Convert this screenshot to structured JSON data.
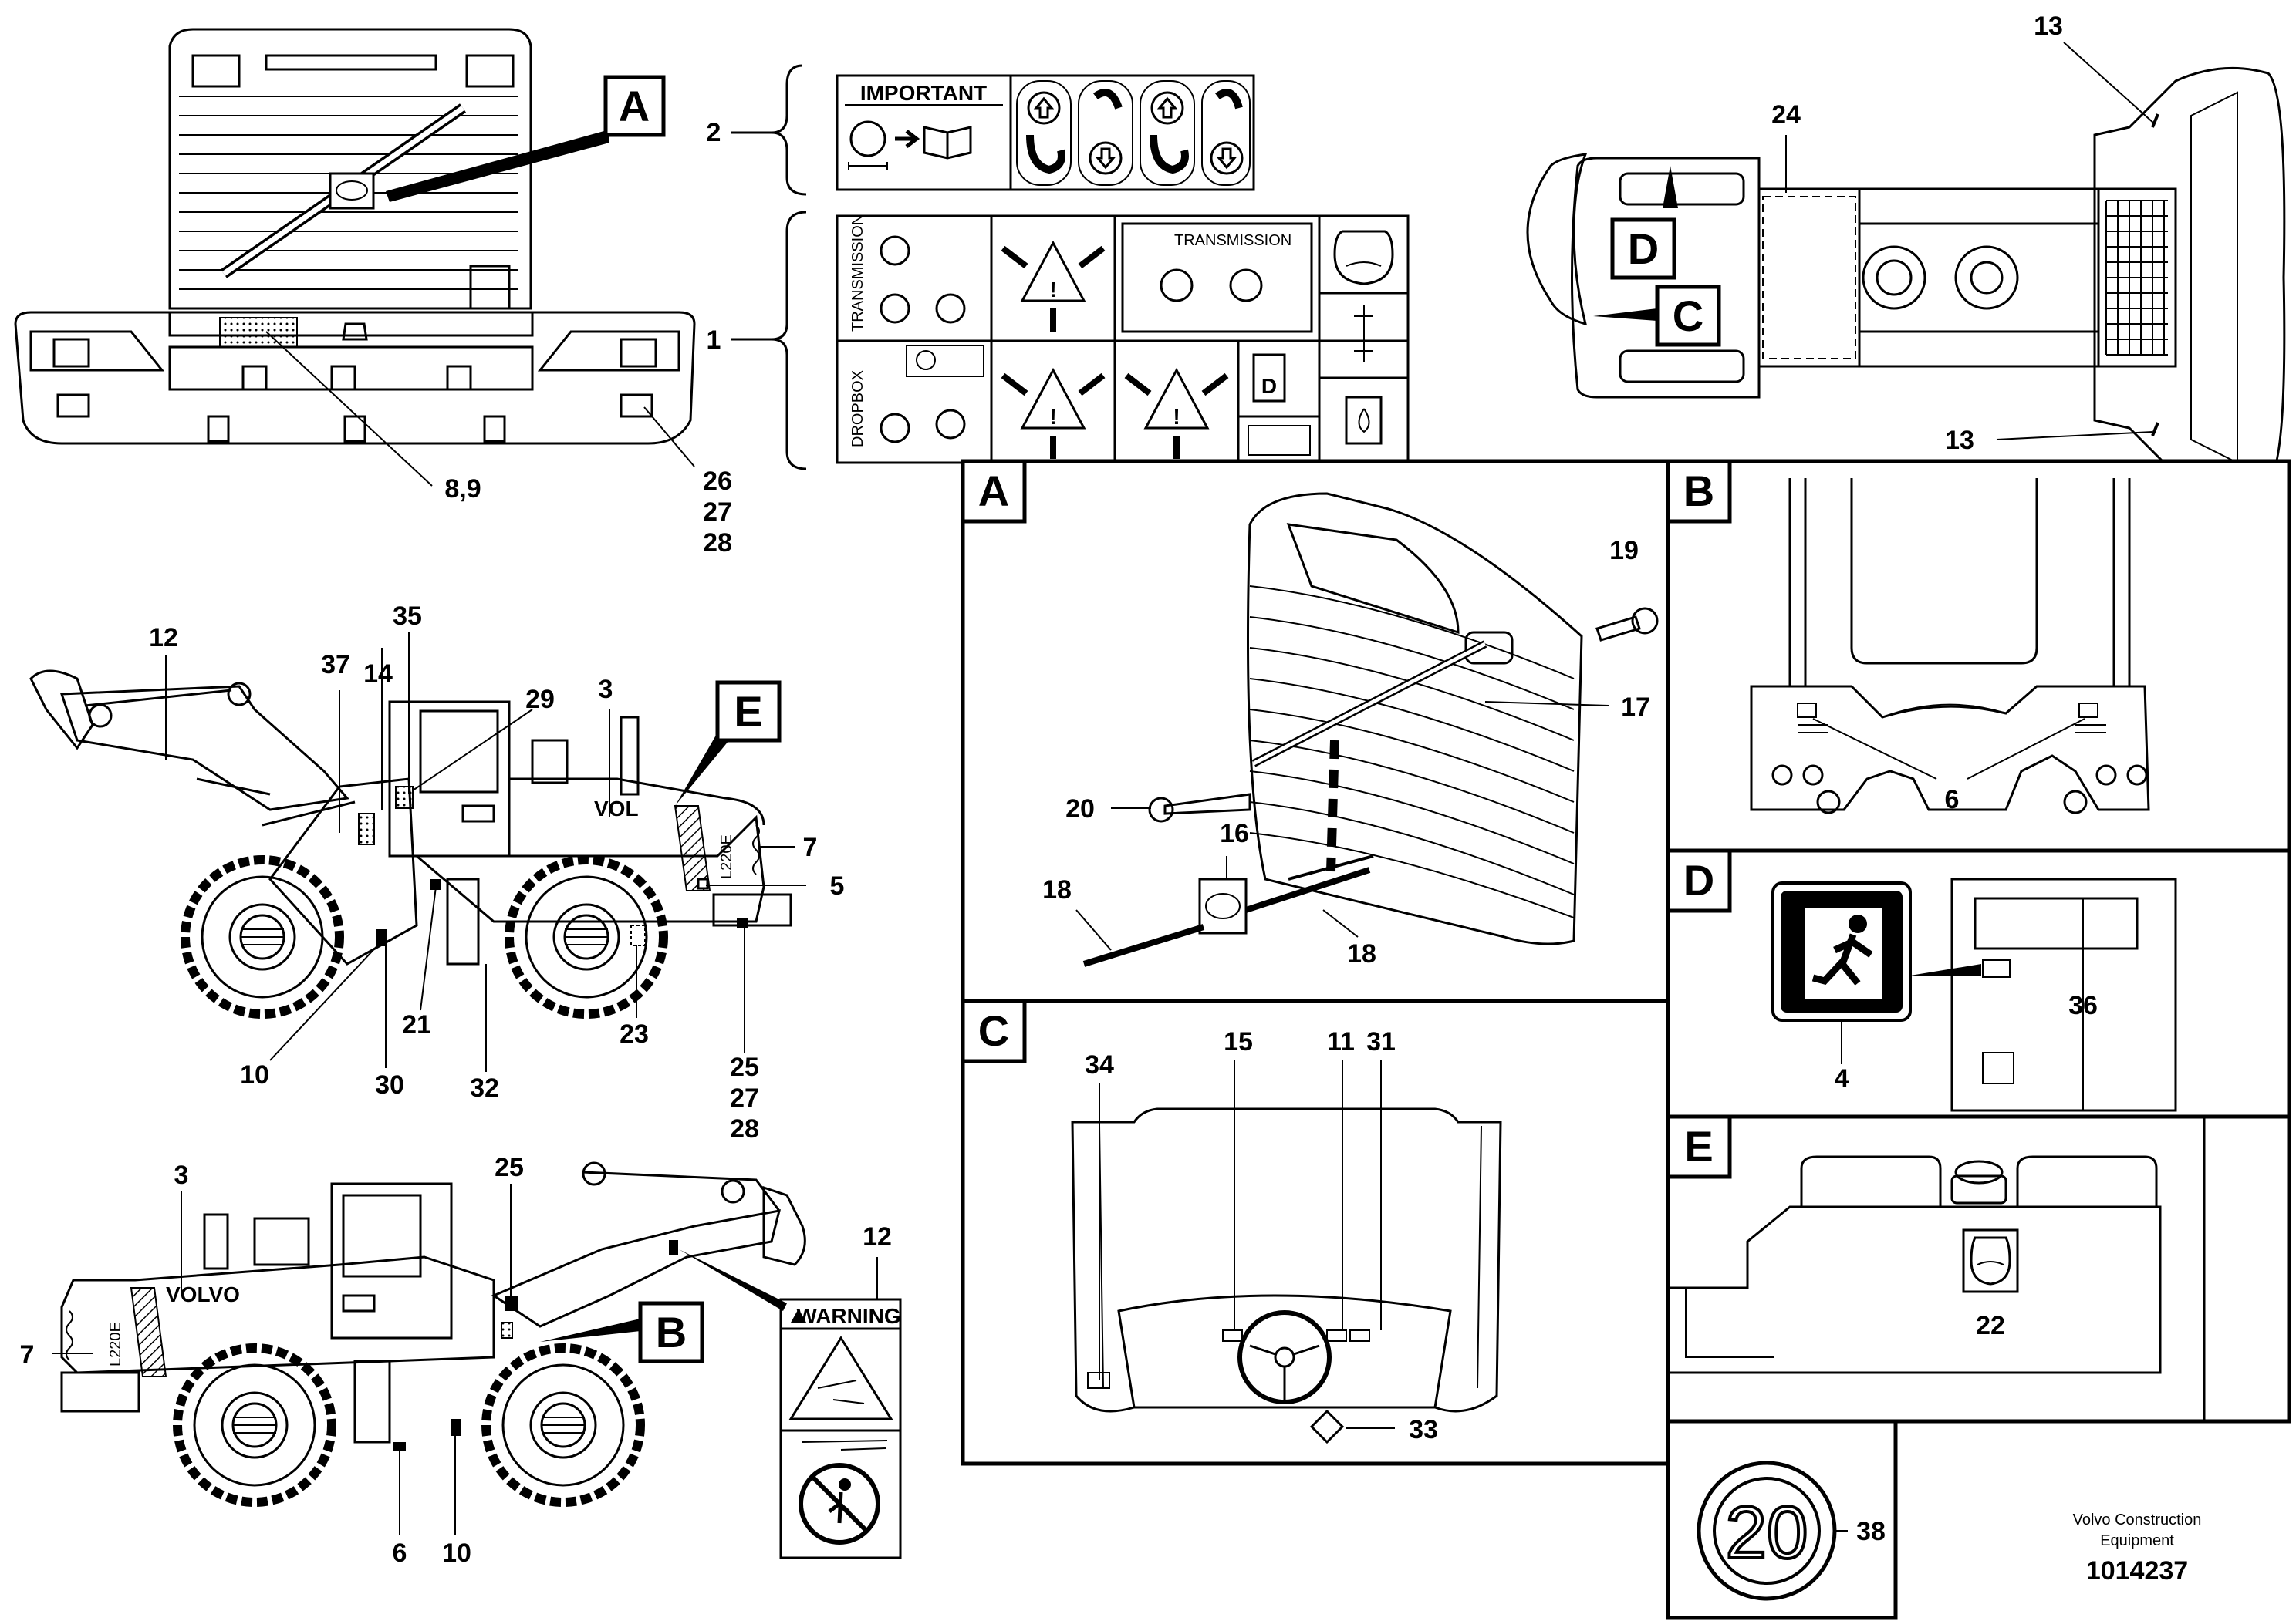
{
  "callouts": {
    "c1": "1",
    "c2": "2",
    "c3a": "3",
    "c3b": "3",
    "c4": "4",
    "c5": "5",
    "c6a": "6",
    "c6b": "6",
    "c7a": "7",
    "c7b": "7",
    "c89": "8,9",
    "c10a": "10",
    "c10b": "10",
    "c11": "11",
    "c12a": "12",
    "c12b": "12",
    "c13a": "13",
    "c13b": "13",
    "c14": "14",
    "c15": "15",
    "c16": "16",
    "c17": "17",
    "c18a": "18",
    "c18b": "18",
    "c19": "19",
    "c20": "20",
    "c21": "21",
    "c22": "22",
    "c23": "23",
    "c24": "24",
    "c25a": "25",
    "c25b": "25",
    "c26": "26",
    "c27a": "27",
    "c27b": "27",
    "c28a": "28",
    "c28b": "28",
    "c29": "29",
    "c30": "30",
    "c31": "31",
    "c32": "32",
    "c33": "33",
    "c34": "34",
    "c35": "35",
    "c36": "36",
    "c37": "37",
    "c38": "38"
  },
  "boxes": {
    "a_main": "A",
    "b_side": "B",
    "c_top": "C",
    "d_top": "D",
    "e_side": "E",
    "panel_a": "A",
    "panel_b": "B",
    "panel_c": "C",
    "panel_d": "D",
    "panel_e": "E"
  },
  "decals": {
    "important": "IMPORTANT",
    "transmission_vert": "TRANSMISSION",
    "dropbox_vert": "DROPBOX",
    "transmission_box": "TRANSMISSION",
    "warning": "WARNING",
    "volvo_side_a": "VOL",
    "volvo_side_b": "VOLVO",
    "model_a": "L220E",
    "model_b": "L220E",
    "speed_sign": "20",
    "fuel_letter": "D"
  },
  "footer": {
    "company_line1": "Volvo Construction",
    "company_line2": "Equipment",
    "drawing_number": "1014237"
  }
}
